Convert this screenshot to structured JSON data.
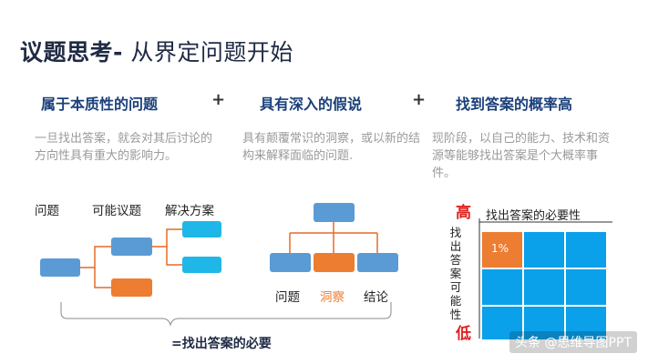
{
  "title": {
    "main": "议题思考-",
    "sub": " 从界定问题开始"
  },
  "columns": [
    {
      "heading": "属于本质性的问题",
      "desc": "一旦找出答案，就会对其后讨论的方向性具有重大的影响力。"
    },
    {
      "heading": "具有深入的假说",
      "desc": "具有颠覆常识的洞察，或以新的结构来解释面临的问题."
    },
    {
      "heading": "找到答案的概率高",
      "desc": "现阶段，以自己的能力、技术和资源等能够找出答案是个大概率事件。"
    }
  ],
  "plus_sign": "+",
  "diagram1": {
    "labels": [
      "问题",
      "可能议题",
      "解决方案"
    ]
  },
  "diagram2": {
    "labels": [
      "问题",
      "洞察",
      "结论"
    ]
  },
  "diagram3": {
    "top_label": "找出答案的必要性",
    "high": "高",
    "low": "低",
    "side_label": "找出答案可能性",
    "cell_label": "1%"
  },
  "bottom_note": "=找出答案的必要",
  "watermark": "头条 @思维导图PPT",
  "colors": {
    "blue": "#5b9bd5",
    "cyan": "#1fb7e8",
    "orange": "#ed7d31",
    "grid": "#0aa0ea",
    "heading": "#1a3f7a"
  }
}
